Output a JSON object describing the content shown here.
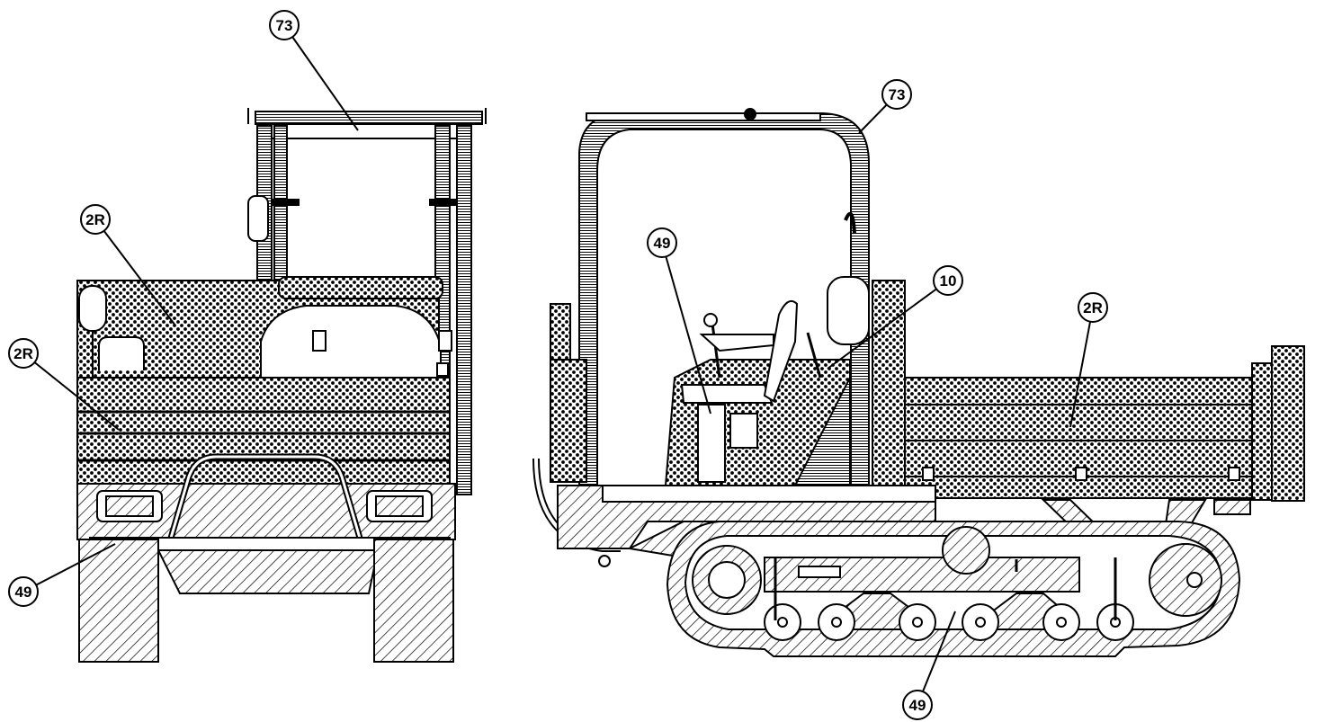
{
  "diagram": {
    "colors": {
      "ink": "#000000",
      "paper": "#ffffff"
    },
    "callouts": {
      "front_roof": "73",
      "front_body": "2R",
      "front_bed": "2R",
      "front_tracks": "49",
      "side_roof": "73",
      "side_seat": "49",
      "side_panel": "10",
      "side_bed": "2R",
      "side_tracks": "49"
    },
    "views": {
      "front": "front-view-machine",
      "side": "side-view-machine"
    }
  }
}
